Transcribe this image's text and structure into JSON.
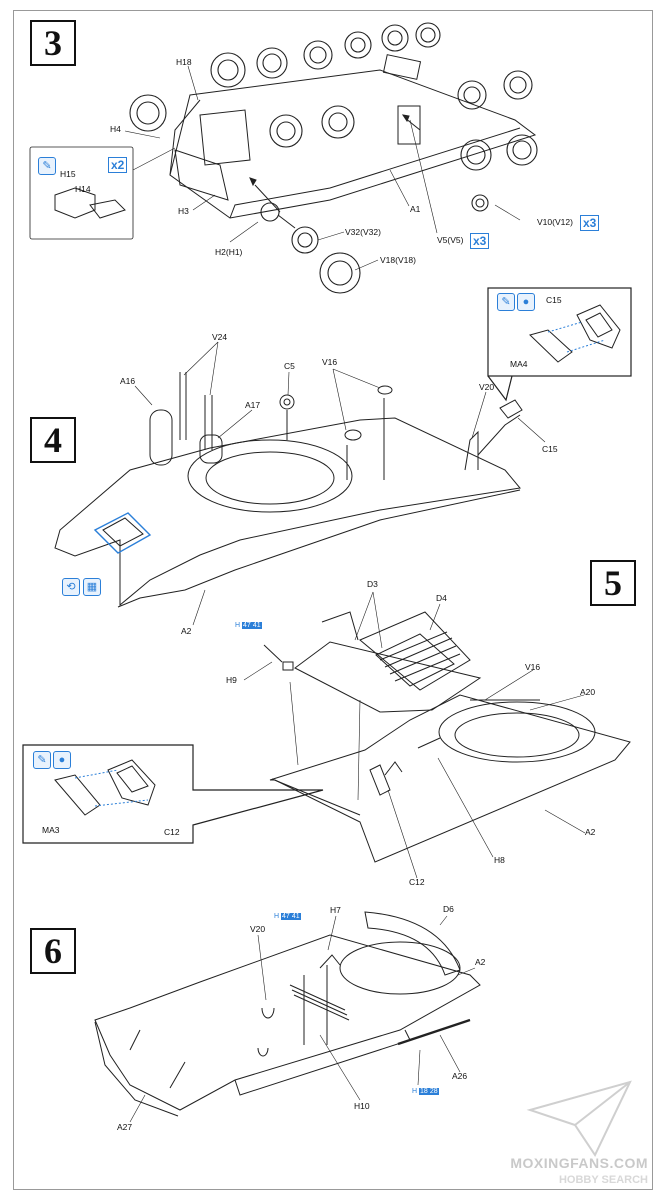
{
  "steps": [
    {
      "number": "3"
    },
    {
      "number": "4"
    },
    {
      "number": "5"
    },
    {
      "number": "6"
    }
  ],
  "step3": {
    "labels": [
      "H18",
      "H4",
      "H15",
      "H14",
      "H3",
      "H2(H1)",
      "V32(V32)",
      "V18(V18)",
      "A1",
      "V5(V5)",
      "V10(V12)"
    ],
    "qty_h14": "x2",
    "qty_v5": "x3",
    "qty_v10": "x3"
  },
  "step4": {
    "labels": [
      "V24",
      "A16",
      "A17",
      "C5",
      "V16",
      "V20",
      "C15",
      "A2"
    ],
    "inset_labels": [
      "C15",
      "MA4"
    ]
  },
  "step5": {
    "labels": [
      "D3",
      "D4",
      "H9",
      "V16",
      "A20",
      "A2",
      "H8",
      "C12"
    ],
    "inset_labels": [
      "MA3",
      "C12"
    ],
    "hobby_ref": {
      "prefix": "H",
      "a": "47",
      "b": "41"
    }
  },
  "step6": {
    "labels": [
      "V20",
      "H7",
      "D6",
      "A2",
      "A26",
      "H10",
      "A27"
    ],
    "hobby_ref_top": {
      "prefix": "H",
      "a": "47",
      "b": "41"
    },
    "hobby_ref_bottom": {
      "prefix": "H",
      "a": "18",
      "b": "28"
    }
  },
  "watermark": {
    "line1": "MOXINGFANS.COM",
    "line2": "HOBBY SEARCH"
  },
  "colors": {
    "accent": "#2b7fd8",
    "ink": "#111111"
  }
}
